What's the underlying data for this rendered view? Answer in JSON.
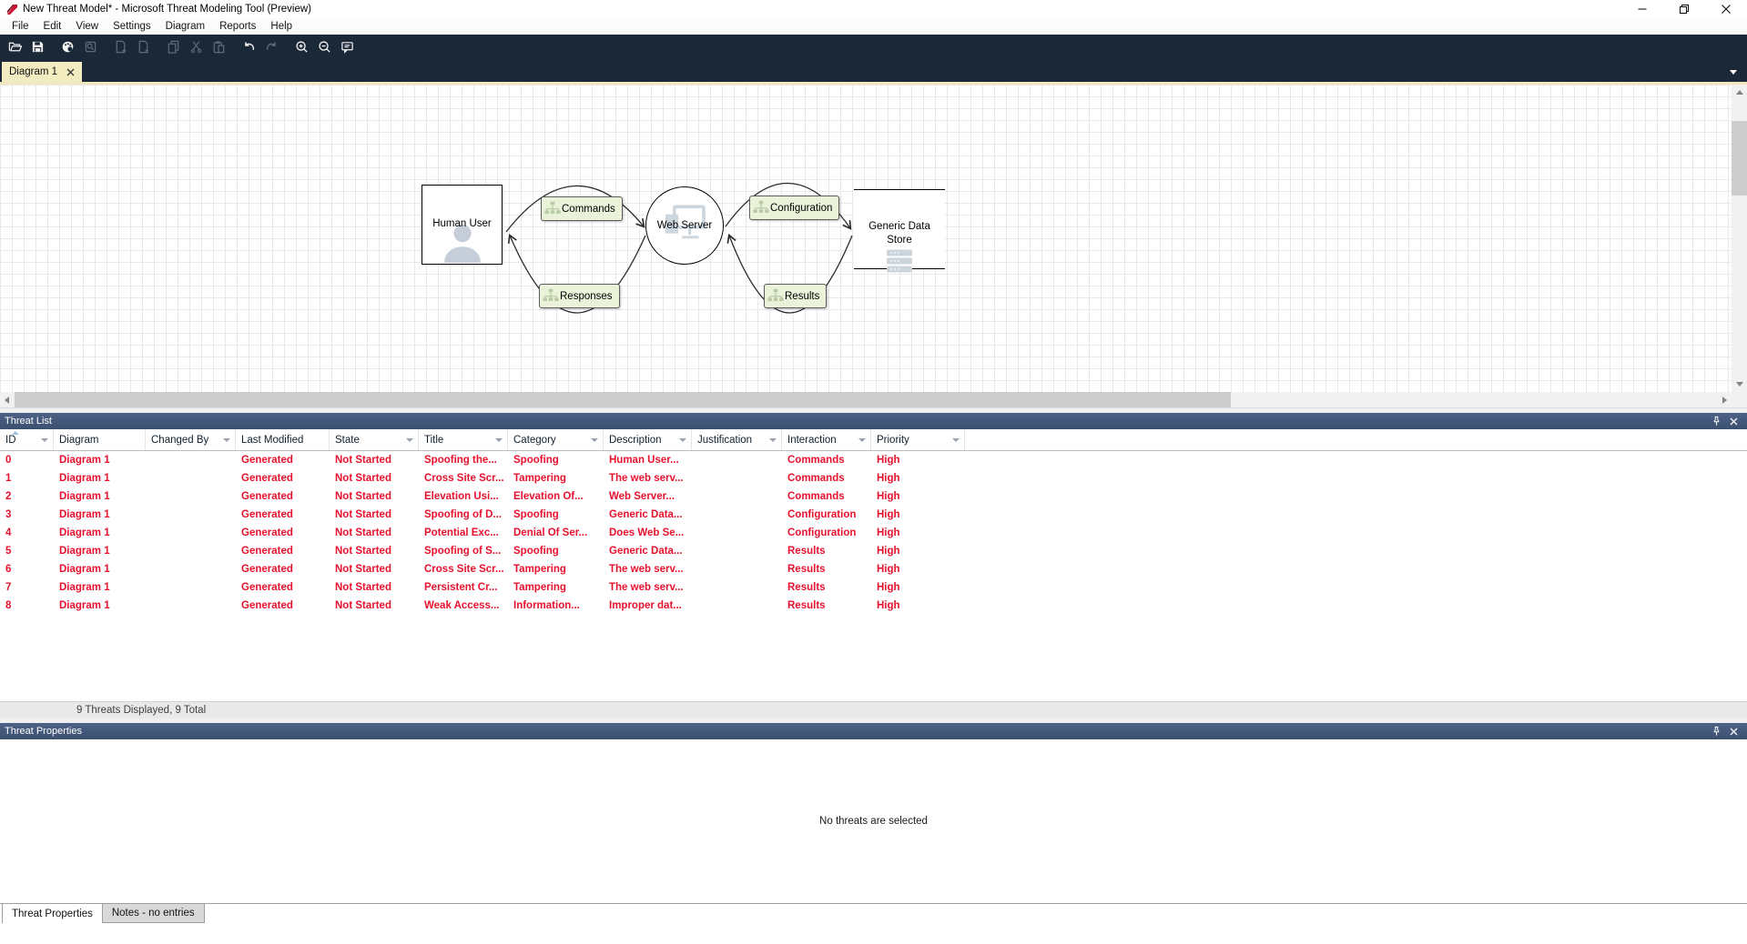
{
  "window": {
    "title": "New Threat Model* - Microsoft Threat Modeling Tool  (Preview)"
  },
  "menu": [
    "File",
    "Edit",
    "View",
    "Settings",
    "Diagram",
    "Reports",
    "Help"
  ],
  "icons": {
    "toolbar": [
      "open-icon",
      "save-icon",
      "report-icon",
      "search-template-icon",
      "add-diagram-icon",
      "remove-diagram-icon",
      "copy-icon",
      "cut-icon",
      "paste-icon",
      "undo-icon",
      "redo-icon",
      "zoom-in-icon",
      "zoom-out-icon",
      "feedback-icon"
    ],
    "panel": [
      "pin-icon",
      "close-icon"
    ],
    "window": [
      "minimize-icon",
      "restore-icon",
      "close-icon"
    ]
  },
  "diagram_tab": {
    "label": "Diagram 1"
  },
  "diagram": {
    "nodes": {
      "human_user": {
        "label": "Human User"
      },
      "web_server": {
        "label": "Web Server"
      },
      "data_store": {
        "label": "Generic Data Store",
        "label_lines": [
          "Generic Data",
          "Store"
        ]
      }
    },
    "flows": {
      "commands": {
        "label": "Commands"
      },
      "responses": {
        "label": "Responses"
      },
      "configuration": {
        "label": "Configuration"
      },
      "results": {
        "label": "Results"
      }
    }
  },
  "threat_list": {
    "title": "Threat List",
    "columns": [
      {
        "label": "ID",
        "filter": true,
        "sorted": true
      },
      {
        "label": "Diagram",
        "filter": false
      },
      {
        "label": "Changed By",
        "filter": true
      },
      {
        "label": "Last Modified",
        "filter": false
      },
      {
        "label": "State",
        "filter": true
      },
      {
        "label": "Title",
        "filter": true
      },
      {
        "label": "Category",
        "filter": true
      },
      {
        "label": "Description",
        "filter": true
      },
      {
        "label": "Justification",
        "filter": true
      },
      {
        "label": "Interaction",
        "filter": true
      },
      {
        "label": "Priority",
        "filter": true
      }
    ],
    "rows": [
      [
        "0",
        "Diagram 1",
        "",
        "Generated",
        "Not Started",
        "Spoofing the...",
        "Spoofing",
        "Human User...",
        "",
        "Commands",
        "High"
      ],
      [
        "1",
        "Diagram 1",
        "",
        "Generated",
        "Not Started",
        "Cross Site Scr...",
        "Tampering",
        "The web serv...",
        "",
        "Commands",
        "High"
      ],
      [
        "2",
        "Diagram 1",
        "",
        "Generated",
        "Not Started",
        "Elevation Usi...",
        "Elevation Of...",
        "Web Server...",
        "",
        "Commands",
        "High"
      ],
      [
        "3",
        "Diagram 1",
        "",
        "Generated",
        "Not Started",
        "Spoofing of D...",
        "Spoofing",
        "Generic Data...",
        "",
        "Configuration",
        "High"
      ],
      [
        "4",
        "Diagram 1",
        "",
        "Generated",
        "Not Started",
        "Potential Exc...",
        "Denial Of Ser...",
        "Does Web Se...",
        "",
        "Configuration",
        "High"
      ],
      [
        "5",
        "Diagram 1",
        "",
        "Generated",
        "Not Started",
        "Spoofing of S...",
        "Spoofing",
        "Generic Data...",
        "",
        "Results",
        "High"
      ],
      [
        "6",
        "Diagram 1",
        "",
        "Generated",
        "Not Started",
        "Cross Site Scr...",
        "Tampering",
        "The web serv...",
        "",
        "Results",
        "High"
      ],
      [
        "7",
        "Diagram 1",
        "",
        "Generated",
        "Not Started",
        "Persistent Cr...",
        "Tampering",
        "The web serv...",
        "",
        "Results",
        "High"
      ],
      [
        "8",
        "Diagram 1",
        "",
        "Generated",
        "Not Started",
        "Weak Access...",
        "Information...",
        "Improper dat...",
        "",
        "Results",
        "High"
      ]
    ],
    "status": "9 Threats Displayed, 9 Total"
  },
  "threat_properties": {
    "title": "Threat Properties",
    "empty_message": "No threats are selected",
    "tabs": [
      {
        "label": "Threat Properties",
        "active": true
      },
      {
        "label": "Notes - no entries",
        "active": false
      }
    ]
  },
  "colors": {
    "toolbar_navy": "#1b2838",
    "panel_header_blue": "#425577",
    "row_text_red": "#e8112d",
    "tab_cream": "#f2ecc0",
    "flow_label_green": "#eaf2da"
  }
}
